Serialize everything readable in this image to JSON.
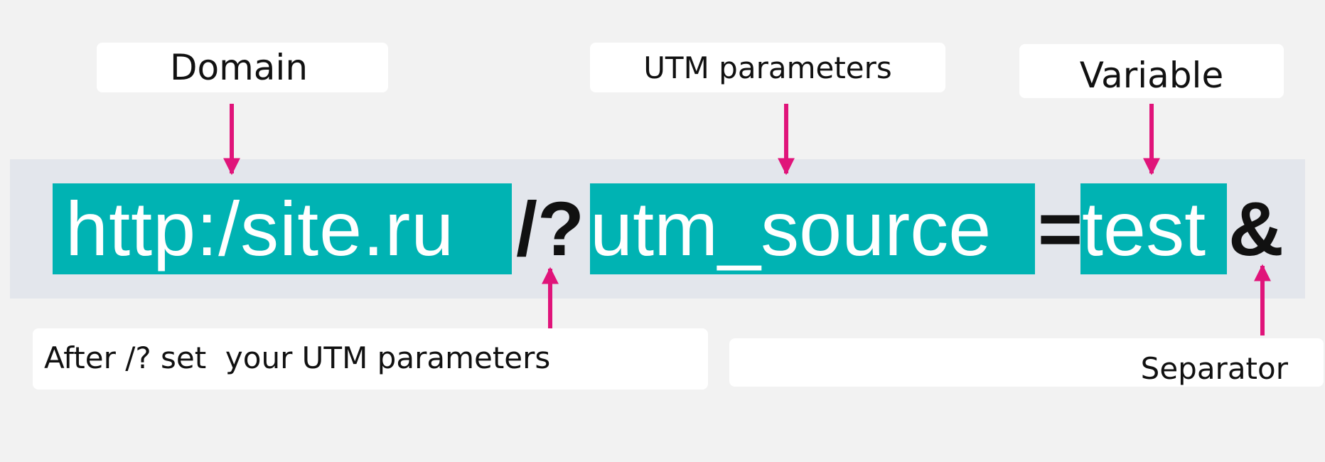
{
  "labels": {
    "domain": "Domain",
    "utm_parameters": "UTM parameters",
    "variable": "Variable",
    "after_set": "After /? set  your UTM parameters",
    "separator": "Separator"
  },
  "url": {
    "domain": "http:/site.ru",
    "query_start": "/?",
    "param": "utm_source",
    "equals": "=",
    "value": "test",
    "separator": "&"
  },
  "colors": {
    "highlight": "#00b3b3",
    "arrow": "#e0147a",
    "band": "#e3e6ec",
    "background": "#f2f2f2"
  }
}
